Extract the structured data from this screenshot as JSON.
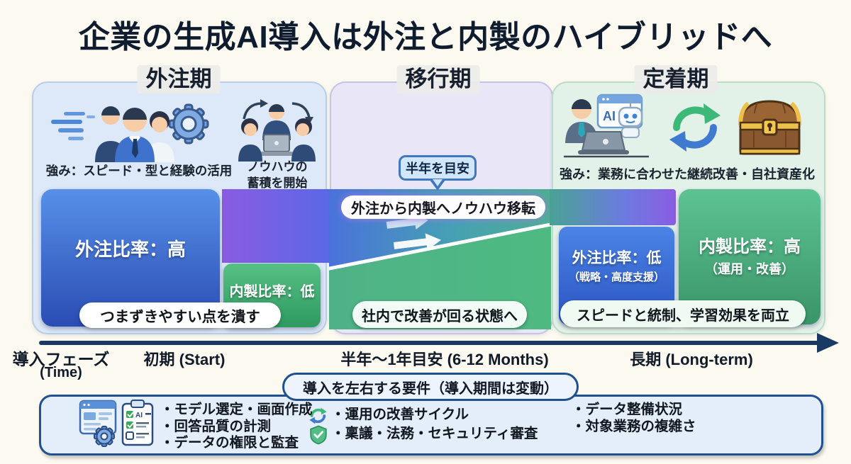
{
  "title": "企業の生成AI導入は外注と内製のハイブリッドへ",
  "phases": {
    "outsource": {
      "header": "外注期",
      "strength": "強み：スピード・型と経験の活用",
      "knowhow_note_line1": "ノウハウの",
      "knowhow_note_line2": "蓄積を開始",
      "ratio_primary": "外注比率：高",
      "ratio_secondary": "内製比率：低",
      "pill": "つまずきやすい点を潰す"
    },
    "transition": {
      "header": "移行期",
      "bubble": "半年を目安",
      "band_label": "外注から内製へノウハウ移転",
      "pill": "社内で改善が回る状態へ"
    },
    "establish": {
      "header": "定着期",
      "strength": "強み：業務に合わせた継続改善・自社資産化",
      "outsource_ratio_line1": "外注比率：低",
      "outsource_ratio_line2": "（戦略・高度支援）",
      "inhouse_ratio_line1": "内製比率：高",
      "inhouse_ratio_line2": "（運用・改善）",
      "pill": "スピードと統制、学習効果を両立"
    }
  },
  "timeline": {
    "axis_label": "導入フェーズ",
    "axis_sublabel": "(Time)",
    "ticks": [
      "初期 (Start)",
      "半年〜1年目安 (6-12 Months)",
      "長期 (Long-term)"
    ]
  },
  "requirements": {
    "title": "導入を左右する要件（導入期間は変動）",
    "col1": [
      "・モデル選定・画面作成",
      "・回答品質の計測",
      "・データの権限と監査"
    ],
    "col2": [
      "・運用の改善サイクル",
      "・稟議・法務・セキュリティ審査"
    ],
    "col3": [
      "・データ整備状況",
      "・対象業務の複雑さ"
    ]
  },
  "icons": {
    "outsource_team": "team-speed-gear-icon",
    "knowhow_transfer": "people-laptop-arrows-icon",
    "ai_user": "user-ai-assistant-icon",
    "continuous_cycle": "refresh-cycle-icon",
    "asset": "treasure-chest-icon",
    "model_screen": "browser-gear-icon",
    "quality_check": "ai-checklist-icon",
    "ops_cycle": "refresh-cycle-icon",
    "security": "shield-check-icon",
    "ai_badge_text": "AI"
  },
  "colors": {
    "page_bg": "#fcfaf0",
    "panel_outsource": "#dde9f8",
    "panel_transition": "#e8e6f7",
    "panel_establish": "#e3f2e9",
    "outsource_box_blue": "#2a4cb4",
    "inhouse_box_green": "#2e9a60",
    "band_purple": "#8a5ce2",
    "band_blue": "#4a72da",
    "band_teal": "#49a295",
    "wedge_green": "#4eba82",
    "timeline_arrow": "#1b3a63",
    "requirements_border": "#20508f",
    "bubble_fill": "#cfe6fb",
    "bubble_border": "#4077bd"
  }
}
